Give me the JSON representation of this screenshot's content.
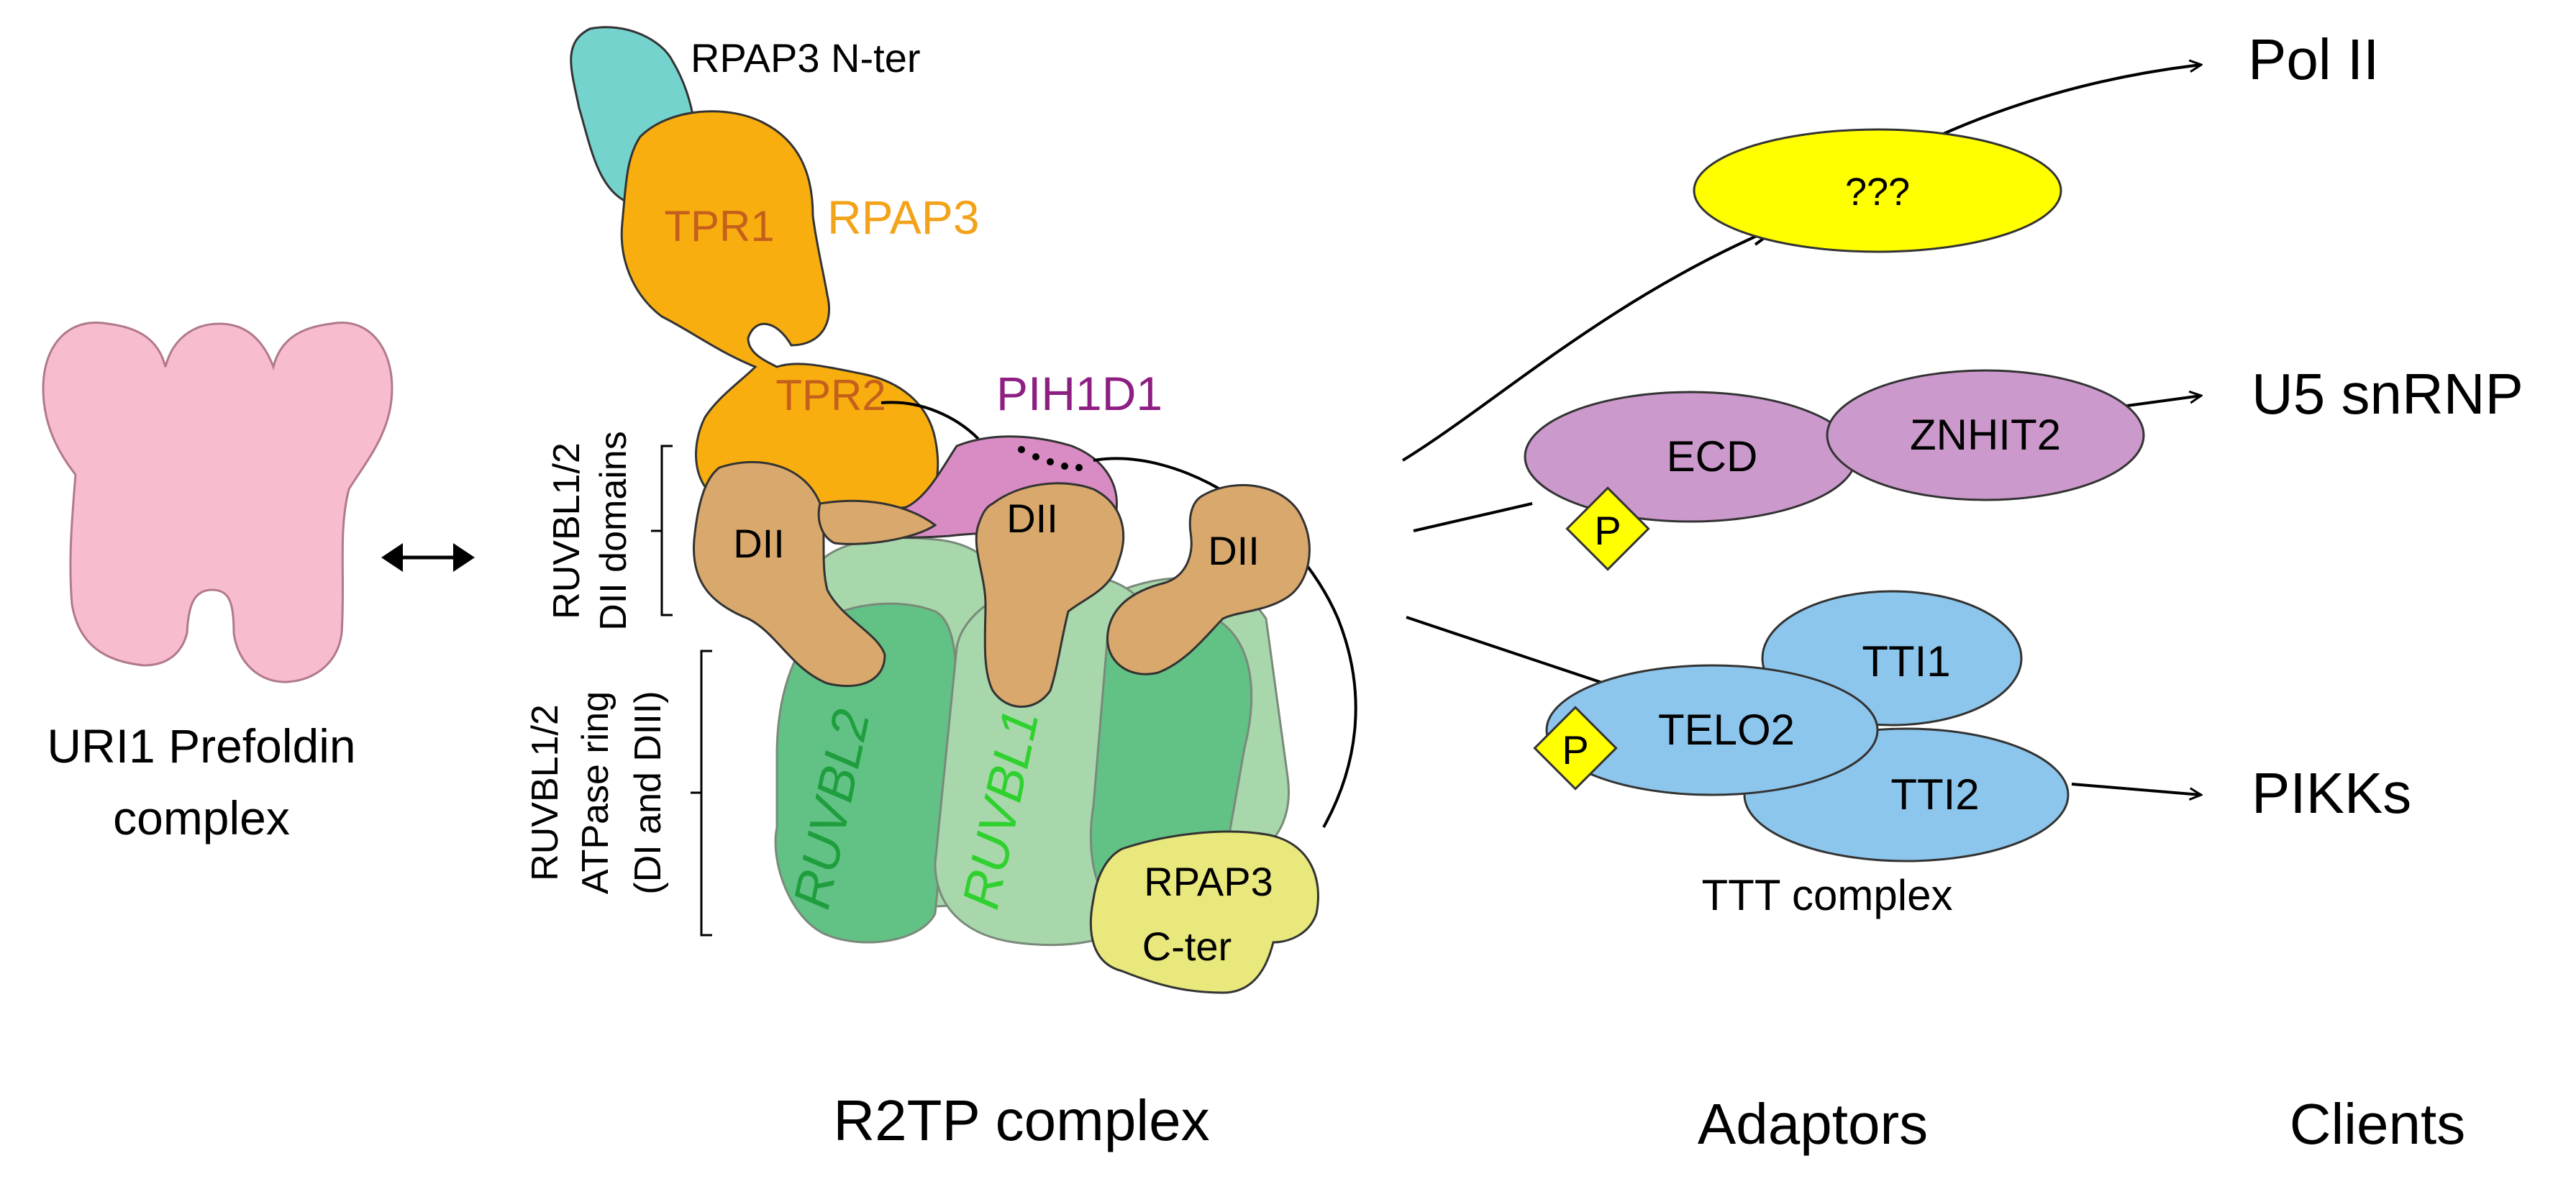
{
  "labels": {
    "uri1_line1": "URI1 Prefoldin",
    "uri1_line2": "complex",
    "rpap3_nter": "RPAP3 N-ter",
    "tpr1": "TPR1",
    "rpap3": "RPAP3",
    "tpr2": "TPR2",
    "pih1d1": "PIH1D1",
    "dii": "DII",
    "dii_domains_line1": "RUVBL1/2",
    "dii_domains_line2": "DII domains",
    "atpase_line1": "RUVBL1/2",
    "atpase_line2": "ATPase ring",
    "atpase_line3": "(DI and DIII)",
    "ruvbl2": "RUVBL2",
    "ruvbl1": "RUVBL1",
    "rpap3_cter_line1": "RPAP3",
    "rpap3_cter_line2": "C-ter",
    "unknown": "???",
    "ecd": "ECD",
    "znhit2": "ZNHIT2",
    "phospho": "P",
    "tti1": "TTI1",
    "telo2": "TELO2",
    "tti2": "TTI2",
    "ttt_complex": "TTT complex",
    "pol2": "Pol II",
    "u5": "U5 snRNP",
    "pikks": "PIKKs",
    "r2tp_complex": "R2TP complex",
    "adaptors": "Adaptors",
    "clients": "Clients"
  },
  "colors": {
    "uri1_pink": "#f7bccd",
    "rpap3_teal": "#75d3cd",
    "rpap3_orange": "#f9ae10",
    "rpap3_text_orange": "#f2a31a",
    "tpr_text": "#c4601c",
    "pih1d1_pink": "#d98bc4",
    "pih1d1_text": "#8e1f82",
    "dii_tan": "#d9a86c",
    "ring_light": "#a7d7ab",
    "ring_dark": "#62c185",
    "ruvbl2_text": "#1f9e3e",
    "ruvbl1_text": "#2fd12e",
    "cter_yellow": "#e9e87c",
    "unknown_yellow": "#ffff00",
    "ecd_purple": "#cc99cc",
    "ttt_blue": "#8dc6ec",
    "phospho_yellow": "#ffff00"
  }
}
